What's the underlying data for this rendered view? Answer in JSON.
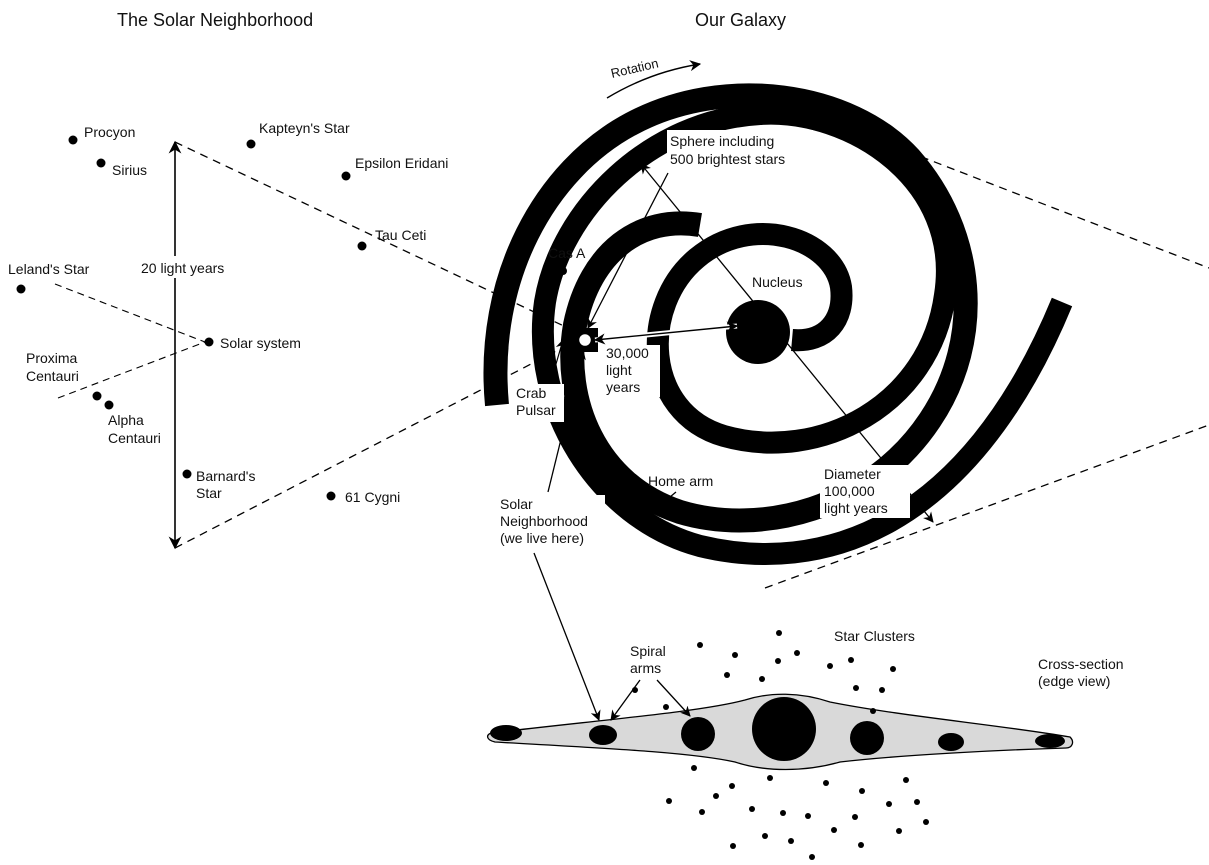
{
  "titles": {
    "left": "The Solar Neighborhood",
    "right": "Our Galaxy"
  },
  "stars": {
    "procyon": "Procyon",
    "sirius": "Sirius",
    "kapteyn": "Kapteyn's Star",
    "epsilon": "Epsilon Eridani",
    "tau_ceti": "Tau Ceti",
    "leland": "Leland's Star",
    "solar_system": "Solar system",
    "proxima_1": "Proxima",
    "proxima_2": "Centauri",
    "alpha_1": "Alpha",
    "alpha_2": "Centauri",
    "barnard_1": "Barnard's",
    "barnard_2": "Star",
    "cygni": "61 Cygni"
  },
  "neighborhood_scale": "20 light years",
  "galaxy": {
    "rotation": "Rotation",
    "sphere_1": "Sphere including",
    "sphere_2": "500 brightest stars",
    "cas_a": "Cas A",
    "nucleus": "Nucleus",
    "distance_1": "30,000",
    "distance_2": "light",
    "distance_3": "years",
    "crab_1": "Crab",
    "crab_2": "Pulsar",
    "home_arm": "Home arm",
    "diameter_1": "Diameter",
    "diameter_2": "100,000",
    "diameter_3": "light years",
    "solar_nb_1": "Solar",
    "solar_nb_2": "Neighborhood",
    "solar_nb_3": "(we live here)"
  },
  "cross_section": {
    "spiral_1": "Spiral",
    "spiral_2": "arms",
    "clusters": "Star Clusters",
    "cs_1": "Cross-section",
    "cs_2": "(edge view)"
  },
  "colors": {
    "ink": "#000000",
    "disk_fill": "#d9d9d9",
    "background": "#ffffff"
  }
}
